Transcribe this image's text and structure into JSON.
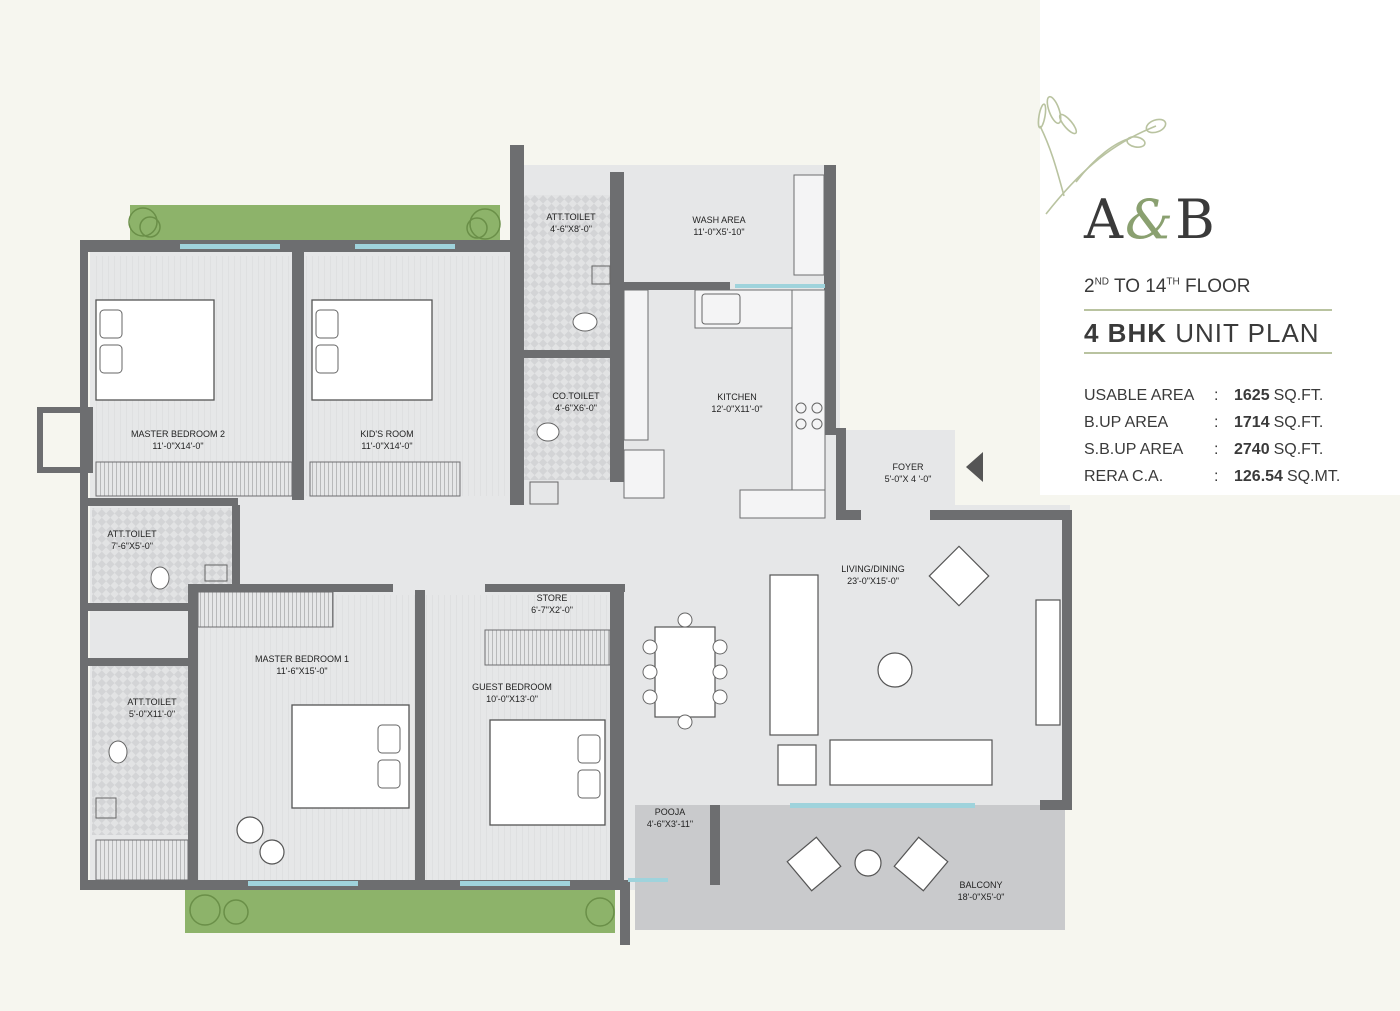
{
  "header": {
    "unit_a": "A",
    "unit_amp": "&",
    "unit_b": "B",
    "floor_range": {
      "pre1": "2",
      "sup1": "ND",
      "mid": " TO 14",
      "sup2": "TH",
      "post": " FLOOR"
    },
    "plan_bold": "4 BHK",
    "plan_rest": " UNIT PLAN"
  },
  "areas": [
    {
      "label": "USABLE AREA",
      "sep": ":",
      "value": "1625",
      "unit": "SQ.FT."
    },
    {
      "label": "B.UP AREA",
      "sep": ":",
      "value": "1714",
      "unit": "SQ.FT."
    },
    {
      "label": "S.B.UP AREA",
      "sep": ":",
      "value": "2740",
      "unit": "SQ.FT."
    },
    {
      "label": "RERA C.A.",
      "sep": ":",
      "value": "126.54",
      "unit": "SQ.MT."
    }
  ],
  "rooms": {
    "wash_area": {
      "name": "WASH AREA",
      "dim": "11'-0\"X5'-10\""
    },
    "att_toilet_top": {
      "name": "ATT.TOILET",
      "dim": "4'-6\"X8'-0\""
    },
    "master_bedroom_2": {
      "name": "MASTER BEDROOM 2",
      "dim": "11'-0\"X14'-0\""
    },
    "kids_room": {
      "name": "KID'S ROOM",
      "dim": "11'-0\"X14'-0\""
    },
    "co_toilet": {
      "name": "CO.TOILET",
      "dim": "4'-6\"X6'-0\""
    },
    "kitchen": {
      "name": "KITCHEN",
      "dim": "12'-0\"X11'-0\""
    },
    "foyer": {
      "name": "FOYER",
      "dim": "5'-0\"X 4 '-0\""
    },
    "att_toilet_left": {
      "name": "ATT.TOILET",
      "dim": "7'-6\"X5'-0\""
    },
    "living_dining": {
      "name": "LIVING/DINING",
      "dim": "23'-0\"X15'-0\""
    },
    "store": {
      "name": "STORE",
      "dim": "6'-7\"X2'-0\""
    },
    "master_bedroom_1": {
      "name": "MASTER BEDROOM 1",
      "dim": "11'-6\"X15'-0\""
    },
    "guest_bedroom": {
      "name": "GUEST BEDROOM",
      "dim": "10'-0\"X13'-0\""
    },
    "att_toilet_bottom": {
      "name": "ATT.TOILET",
      "dim": "5'-0\"X11'-0\""
    },
    "pooja": {
      "name": "POOJA",
      "dim": "4'-6\"X3'-11\""
    },
    "balcony": {
      "name": "BALCONY",
      "dim": "18'-0\"X5'-0\""
    }
  },
  "colors": {
    "wall": "#6d6e70",
    "floor": "#e6e7e8",
    "balcony": "#c9cacc",
    "garden": "#8db36a",
    "window": "#9fd3dc",
    "accent": "#8aa070"
  }
}
